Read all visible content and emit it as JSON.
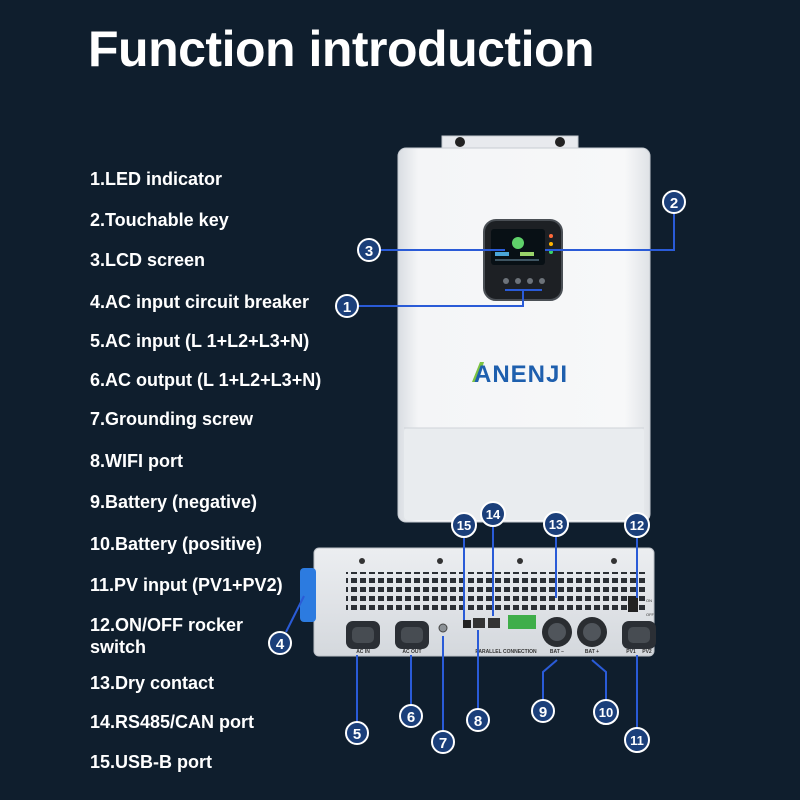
{
  "page": {
    "title": "Function introduction"
  },
  "features": [
    "1.LED indicator",
    "2.Touchable key",
    "3.LCD screen",
    "4.AC input circuit breaker",
    "5.AC input (L 1+L2+L3+N)",
    "6.AC output (L 1+L2+L3+N)",
    "7.Grounding screw",
    "8.WIFI port",
    "9.Battery (negative)",
    "10.Battery (positive)",
    "11.PV input (PV1+PV2)",
    "12.ON/OFF rocker switch",
    "13.Dry contact",
    "14.RS485/CAN port",
    "15.USB-B port"
  ],
  "callouts": [
    "1",
    "2",
    "3",
    "4",
    "5",
    "6",
    "7",
    "8",
    "9",
    "10",
    "11",
    "12",
    "13",
    "14",
    "15"
  ],
  "inverter": {
    "brand": "ANENJI"
  },
  "bottom_panel": {
    "ac_in": "AC IN",
    "ac_out": "AC OUT",
    "parallel": "PARALLEL CONNECTION",
    "bat_neg": "BAT −",
    "bat_pos": "BAT +",
    "pv1": "PV1",
    "pv2": "PV2",
    "switch_on": "ON",
    "switch_off": "OFF"
  },
  "colors": {
    "background": "#0f1e2d",
    "callout": "#1b3f7a",
    "leader": "#2a5bd7",
    "brand_blue": "#1e5fae",
    "brand_green": "#7cc242"
  }
}
